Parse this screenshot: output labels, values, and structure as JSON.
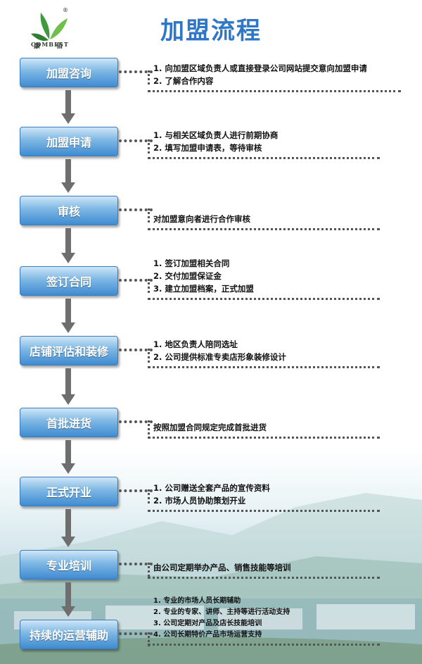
{
  "title": "加盟流程",
  "logo": {
    "brand": "COMBEST",
    "mark": "®"
  },
  "steps": [
    {
      "label": "加盟咨询",
      "details": [
        "1. 向加盟区域负责人或直接登录公司网站提交意向加盟申请",
        "2. 了解合作内容"
      ]
    },
    {
      "label": "加盟申请",
      "details": [
        "1. 与相关区域负责人进行前期协商",
        "2. 填写加盟申请表，等待审核"
      ]
    },
    {
      "label": "审核",
      "details": [
        "对加盟意向者进行合作审核"
      ]
    },
    {
      "label": "签订合同",
      "details": [
        "1. 签订加盟相关合同",
        "2. 交付加盟保证金",
        "3. 建立加盟档案，正式加盟"
      ]
    },
    {
      "label": "店铺评估和装修",
      "details": [
        "1. 地区负责人陪同选址",
        "2. 公司提供标准专卖店形象装修设计"
      ]
    },
    {
      "label": "首批进货",
      "details": [
        "按照加盟合同规定完成首批进货"
      ]
    },
    {
      "label": "正式开业",
      "details": [
        "1. 公司赠送全套产品的宣传资料",
        "2. 市场人员协助策划开业"
      ]
    },
    {
      "label": "专业培训",
      "details": [
        "由公司定期举办产品、销售技能等培训"
      ]
    },
    {
      "label": "持续的运营辅助",
      "details": [
        "1. 专业的市场人员长期辅助",
        "2. 专业的专家、讲师、主持等进行活动支持",
        "3. 公司定期对产品及店长技能培训",
        "4. 公司长期特价产品市场运营支持"
      ]
    }
  ]
}
